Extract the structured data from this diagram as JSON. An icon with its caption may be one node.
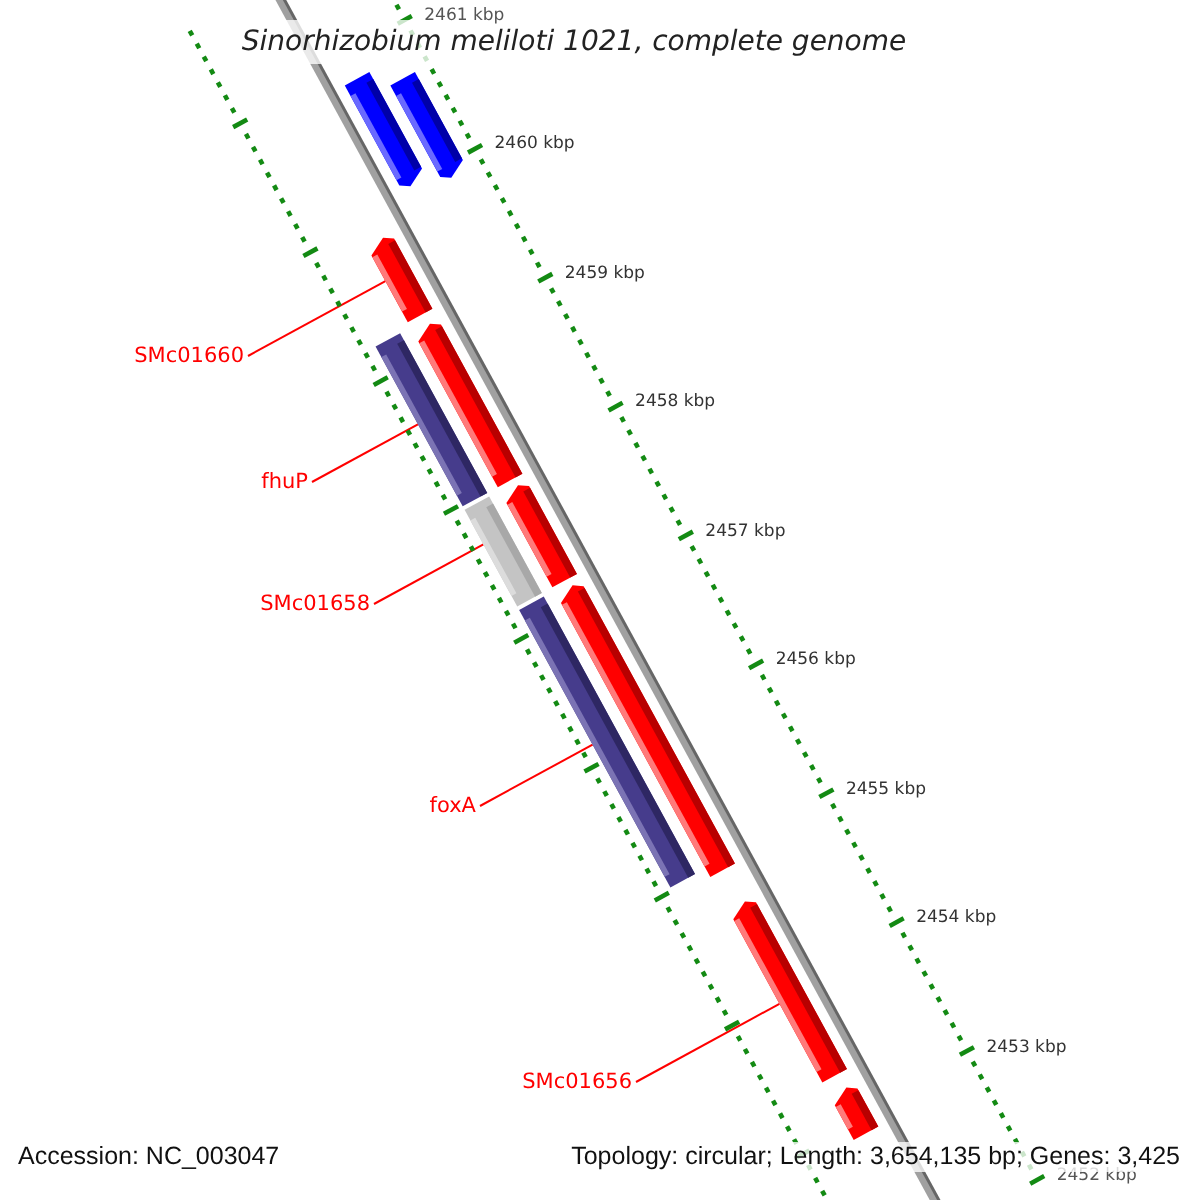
{
  "diagram": {
    "title": "Sinorhizobium meliloti 1021, complete genome",
    "nodes": [
      {
        "text": [],
        "shape": "bar"
      },
      {
        "text": [],
        "shape": "bar"
      },
      {
        "text": [],
        "shape": "bar"
      },
      {
        "text": [],
        "shape": "bar"
      },
      {
        "text": [],
        "shape": "bar"
      },
      {
        "text": [],
        "shape": "bar"
      },
      {
        "text": [],
        "shape": "bar"
      },
      {
        "text": [],
        "shape": "bar"
      },
      {
        "text": [],
        "shape": "bar"
      },
      {
        "text": [],
        "shape": "bar"
      },
      {
        "text": [],
        "shape": "bar"
      },
      {
        "text": [
          "SMc01660"
        ]
      },
      {
        "text": [
          "fhuP"
        ]
      },
      {
        "text": [
          "SMc01658"
        ]
      },
      {
        "text": [
          "foxA"
        ]
      },
      {
        "text": [
          "SMc01656"
        ]
      }
    ],
    "edges": [
      {
        "from": 11,
        "to": 2,
        "arrow": "none"
      },
      {
        "from": 12,
        "to": 6,
        "arrow": "none"
      },
      {
        "from": 13,
        "to": 7,
        "arrow": "none"
      },
      {
        "from": 14,
        "to": 8,
        "arrow": "none"
      },
      {
        "from": 15,
        "to": 9,
        "arrow": "none"
      }
    ],
    "labels": [
      "2461 kbp",
      "2460 kbp",
      "2459 kbp",
      "2458 kbp",
      "2457 kbp",
      "2456 kbp",
      "2455 kbp",
      "2454 kbp",
      "2453 kbp",
      "2452 kbp",
      "Accession: NC_003047",
      "Topology: circular; Length: 3,654,135 bp; Genes: 3,425"
    ]
  }
}
